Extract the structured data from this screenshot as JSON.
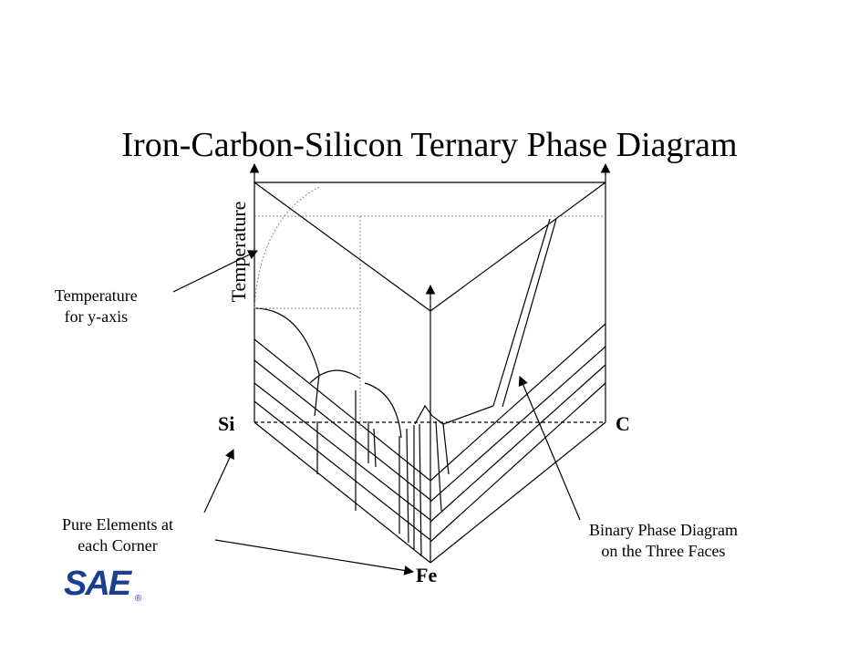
{
  "title": "Iron-Carbon-Silicon Ternary Phase Diagram",
  "axis_label": "Temperature",
  "corners": {
    "left": "Si",
    "right": "C",
    "bottom": "Fe"
  },
  "annotations": {
    "temperature_note": [
      "Temperature",
      "for y-axis"
    ],
    "pure_elements_note": [
      "Pure Elements at",
      "each Corner"
    ],
    "binary_note": [
      "Binary Phase Diagram",
      "on the Three Faces"
    ]
  },
  "logo": {
    "text": "SAE",
    "mark": "®",
    "color": "#1b3f8f"
  }
}
